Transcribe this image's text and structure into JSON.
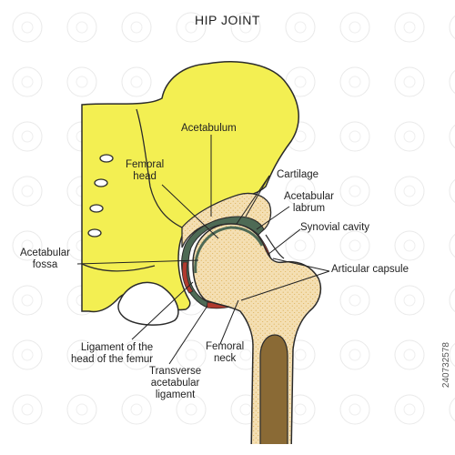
{
  "title": "HIP JOINT",
  "stock_id": "240732578",
  "labels": {
    "acetabulum": "Acetabulum",
    "femoral_head": "Femoral\nhead",
    "cartilage": "Cartilage",
    "acetabular_labrum": "Acetabular\nlabrum",
    "synovial_cavity": "Synovial cavity",
    "acetabular_fossa": "Acetabular\nfossa",
    "articular_capsule": "Articular capsule",
    "femoral_neck": "Femoral\nneck",
    "ligament_head_femur": "Ligament of the\nhead of the femur",
    "transverse_ligament": "Transverse\nacetabular\nligament"
  },
  "colors": {
    "pelvis": "#f3ef52",
    "bone": "#f4dfb3",
    "bone_dots": "#d9a94a",
    "cartilage": "#4e6a55",
    "synovial": "#b03a2e",
    "marrow": "#8a6a35",
    "outline": "#2b2b2b"
  }
}
